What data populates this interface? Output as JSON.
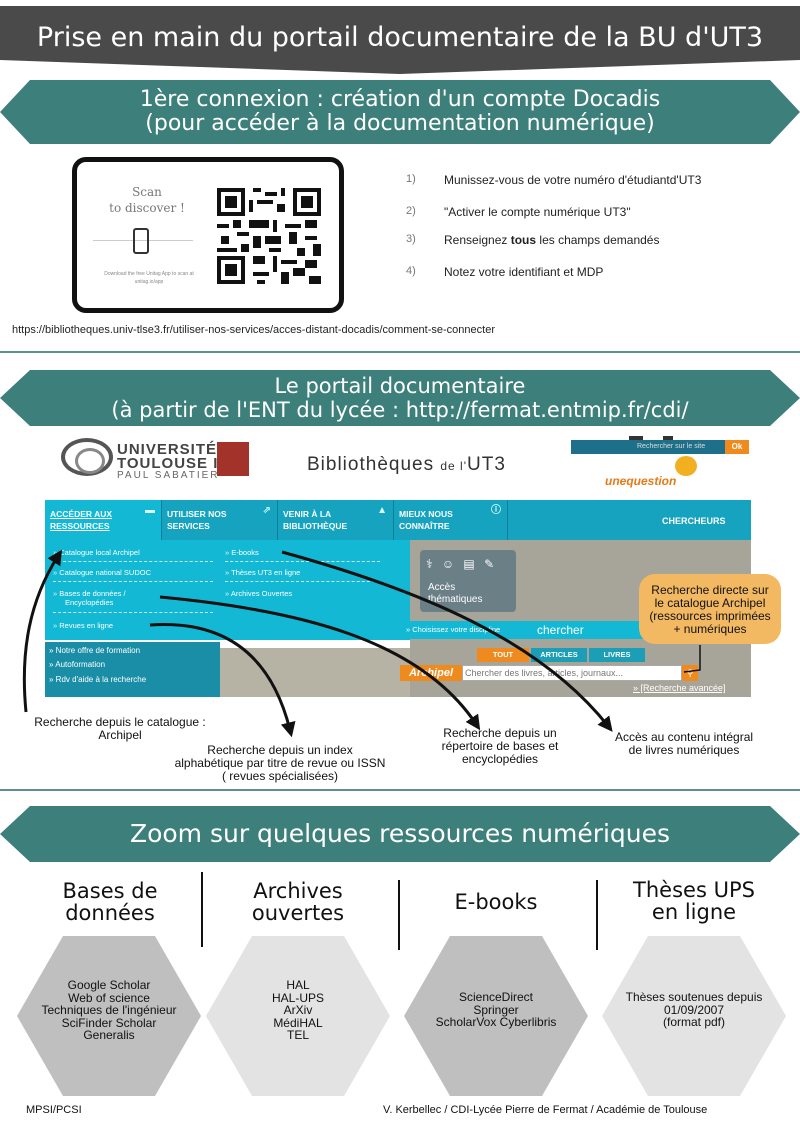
{
  "header": {
    "title": "Prise en main du portail documentaire de la BU d'UT3"
  },
  "section1": {
    "line1": "1ère connexion : création d'un compte Docadis",
    "line2": "(pour accéder à la documentation numérique)"
  },
  "qr": {
    "scan_line1": "Scan",
    "scan_line2": "to discover !",
    "small_text": "Download the free Unitag App to scan at unitag.io/app"
  },
  "steps": [
    {
      "num": "1)",
      "text": "Munissez-vous de votre numéro d'étudiantd'UT3"
    },
    {
      "num": "2)",
      "text": "\"Activer le compte numérique UT3\""
    },
    {
      "num": "3)",
      "text_before": "Renseignez ",
      "text_bold": "tous",
      "text_after": " les champs demandés"
    },
    {
      "num": "4)",
      "text": "Notez votre identifiant et MDP"
    }
  ],
  "url": "https://bibliotheques.univ-tlse3.fr/utiliser-nos-services/acces-distant-docadis/comment-se-connecter",
  "section2": {
    "line1": "Le portail documentaire",
    "line2": "(à partir de l'ENT du lycée : http://fermat.entmip.fr/cdi/"
  },
  "portal": {
    "univ_line1": "UNIVERSITÉ",
    "univ_line2": "TOULOUSE III",
    "univ_line3": "PAUL SABATIER",
    "biblio_main": "Bibliothèques",
    "biblio_small": "de l'",
    "biblio_end": "UT3",
    "search_site": "Rechercher sur le site",
    "search_ok": "Ok",
    "une_question": "unequestion",
    "nav": [
      {
        "line1": "ACCÉDER AUX",
        "line2": "RESSOURCES"
      },
      {
        "line1": "UTILISER NOS",
        "line2": "SERVICES"
      },
      {
        "line1": "VENIR À LA",
        "line2": "BIBLIOTHÈQUE"
      },
      {
        "line1": "MIEUX NOUS",
        "line2": "CONNAÎTRE"
      }
    ],
    "chercheurs": "CHERCHEURS",
    "menu_col1": [
      "Catalogue local Archipel",
      "Catalogue national SUDOC",
      "Bases de données /",
      "Encyclopédies",
      "Revues en ligne"
    ],
    "menu_col2": [
      "E-books",
      "Thèses UT3 en ligne",
      "Archives Ouvertes"
    ],
    "acces_line1": "Accès",
    "acces_line2": "thématiques",
    "discipline": "Choisissez votre discipline",
    "recherch": "chercher",
    "lower": [
      "Notre offre de formation",
      "Autoformation",
      "Rdv d'aide à la recherche"
    ],
    "tabs": [
      "TOUT",
      "ARTICLES",
      "LIVRES"
    ],
    "archipel": "Archipel",
    "search_placeholder": "Chercher des livres, articles, journaux...",
    "advanced": "» [Recherche avancée]"
  },
  "callout": {
    "l1": "Recherche directe sur",
    "l2": "le catalogue Archipel",
    "l3": "(ressources imprimées",
    "l4": "+ numériques"
  },
  "annotations": {
    "a1_l1": "Recherche depuis le catalogue :",
    "a1_l2": "Archipel",
    "a2_l1": "Recherche depuis un index",
    "a2_l2": "alphabétique par titre de revue ou ISSN",
    "a2_l3": "( revues spécialisées)",
    "a3_l1": "Recherche depuis un",
    "a3_l2": "répertoire de bases et",
    "a3_l3": "encyclopédies",
    "a4_l1": "Accès au contenu intégral",
    "a4_l2": "de livres numériques"
  },
  "section3": {
    "title": "Zoom sur quelques ressources numériques"
  },
  "columns": [
    {
      "t1": "Bases de",
      "t2": "données",
      "items": [
        "Google Scholar",
        "Web of science",
        "Techniques de l'ingénieur",
        "SciFinder Scholar",
        "Generalis"
      ]
    },
    {
      "t1": "Archives",
      "t2": "ouvertes",
      "items": [
        "HAL",
        "HAL-UPS",
        "ArXiv",
        "MédiHAL",
        "TEL"
      ]
    },
    {
      "t1": "E-books",
      "t2": "",
      "items": [
        "ScienceDirect",
        "Springer",
        "ScholarVox Cyberlibris"
      ]
    },
    {
      "t1": "Thèses UPS",
      "t2": "en ligne",
      "items": [
        "Thèses soutenues depuis",
        "01/09/2007",
        "(format pdf)"
      ]
    }
  ],
  "footer": {
    "left": "MPSI/PCSI",
    "right": "V. Kerbellec / CDI-Lycée Pierre de  Fermat / Académie de Toulouse"
  },
  "colors": {
    "teal_banner": "#3d7f7a",
    "dark_header": "#4a4a4a",
    "portal_cyan": "#16a3bf",
    "orange": "#ef8a1f",
    "callout": "#f2b862",
    "hex_dark": "#bfbfbf",
    "hex_light": "#e3e3e3"
  }
}
